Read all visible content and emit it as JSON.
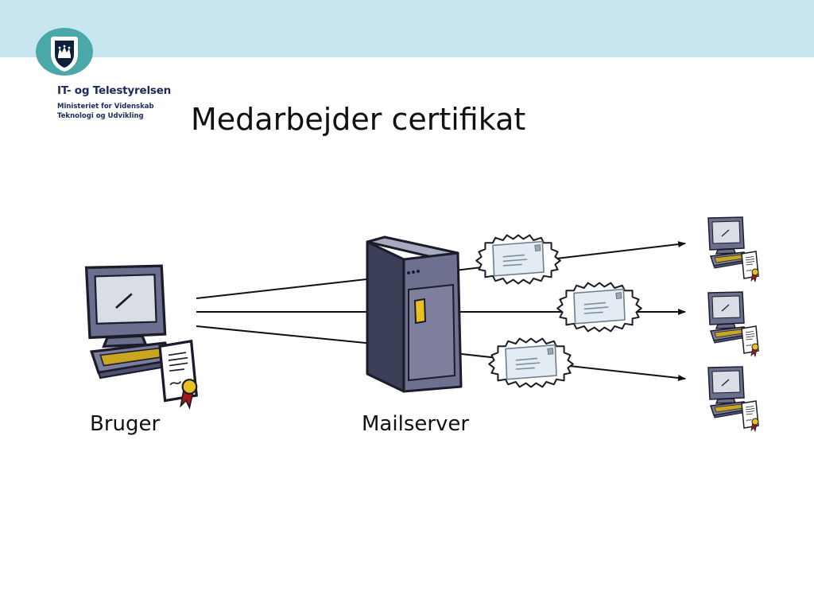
{
  "header": {
    "org_name": "IT- og Telestyrelsen",
    "org_sub1": "Ministeriet for Videnskab",
    "org_sub2": "Teknologi og Udvikling",
    "band_color": "#c8e6f0",
    "logo_icon": "crown-shield-icon"
  },
  "slide": {
    "title": "Medarbejder certifikat"
  },
  "diagram": {
    "user_label": "Bruger",
    "server_label": "Mailserver",
    "recipients_count": 3,
    "nodes": [
      {
        "id": "user",
        "icon": "computer-with-certificate-icon"
      },
      {
        "id": "server",
        "icon": "server-tower-icon"
      },
      {
        "id": "recipient-1",
        "icon": "computer-with-certificate-icon"
      },
      {
        "id": "recipient-2",
        "icon": "computer-with-certificate-icon"
      },
      {
        "id": "recipient-3",
        "icon": "computer-with-certificate-icon"
      }
    ],
    "messages_icon": "envelope-burst-icon"
  }
}
